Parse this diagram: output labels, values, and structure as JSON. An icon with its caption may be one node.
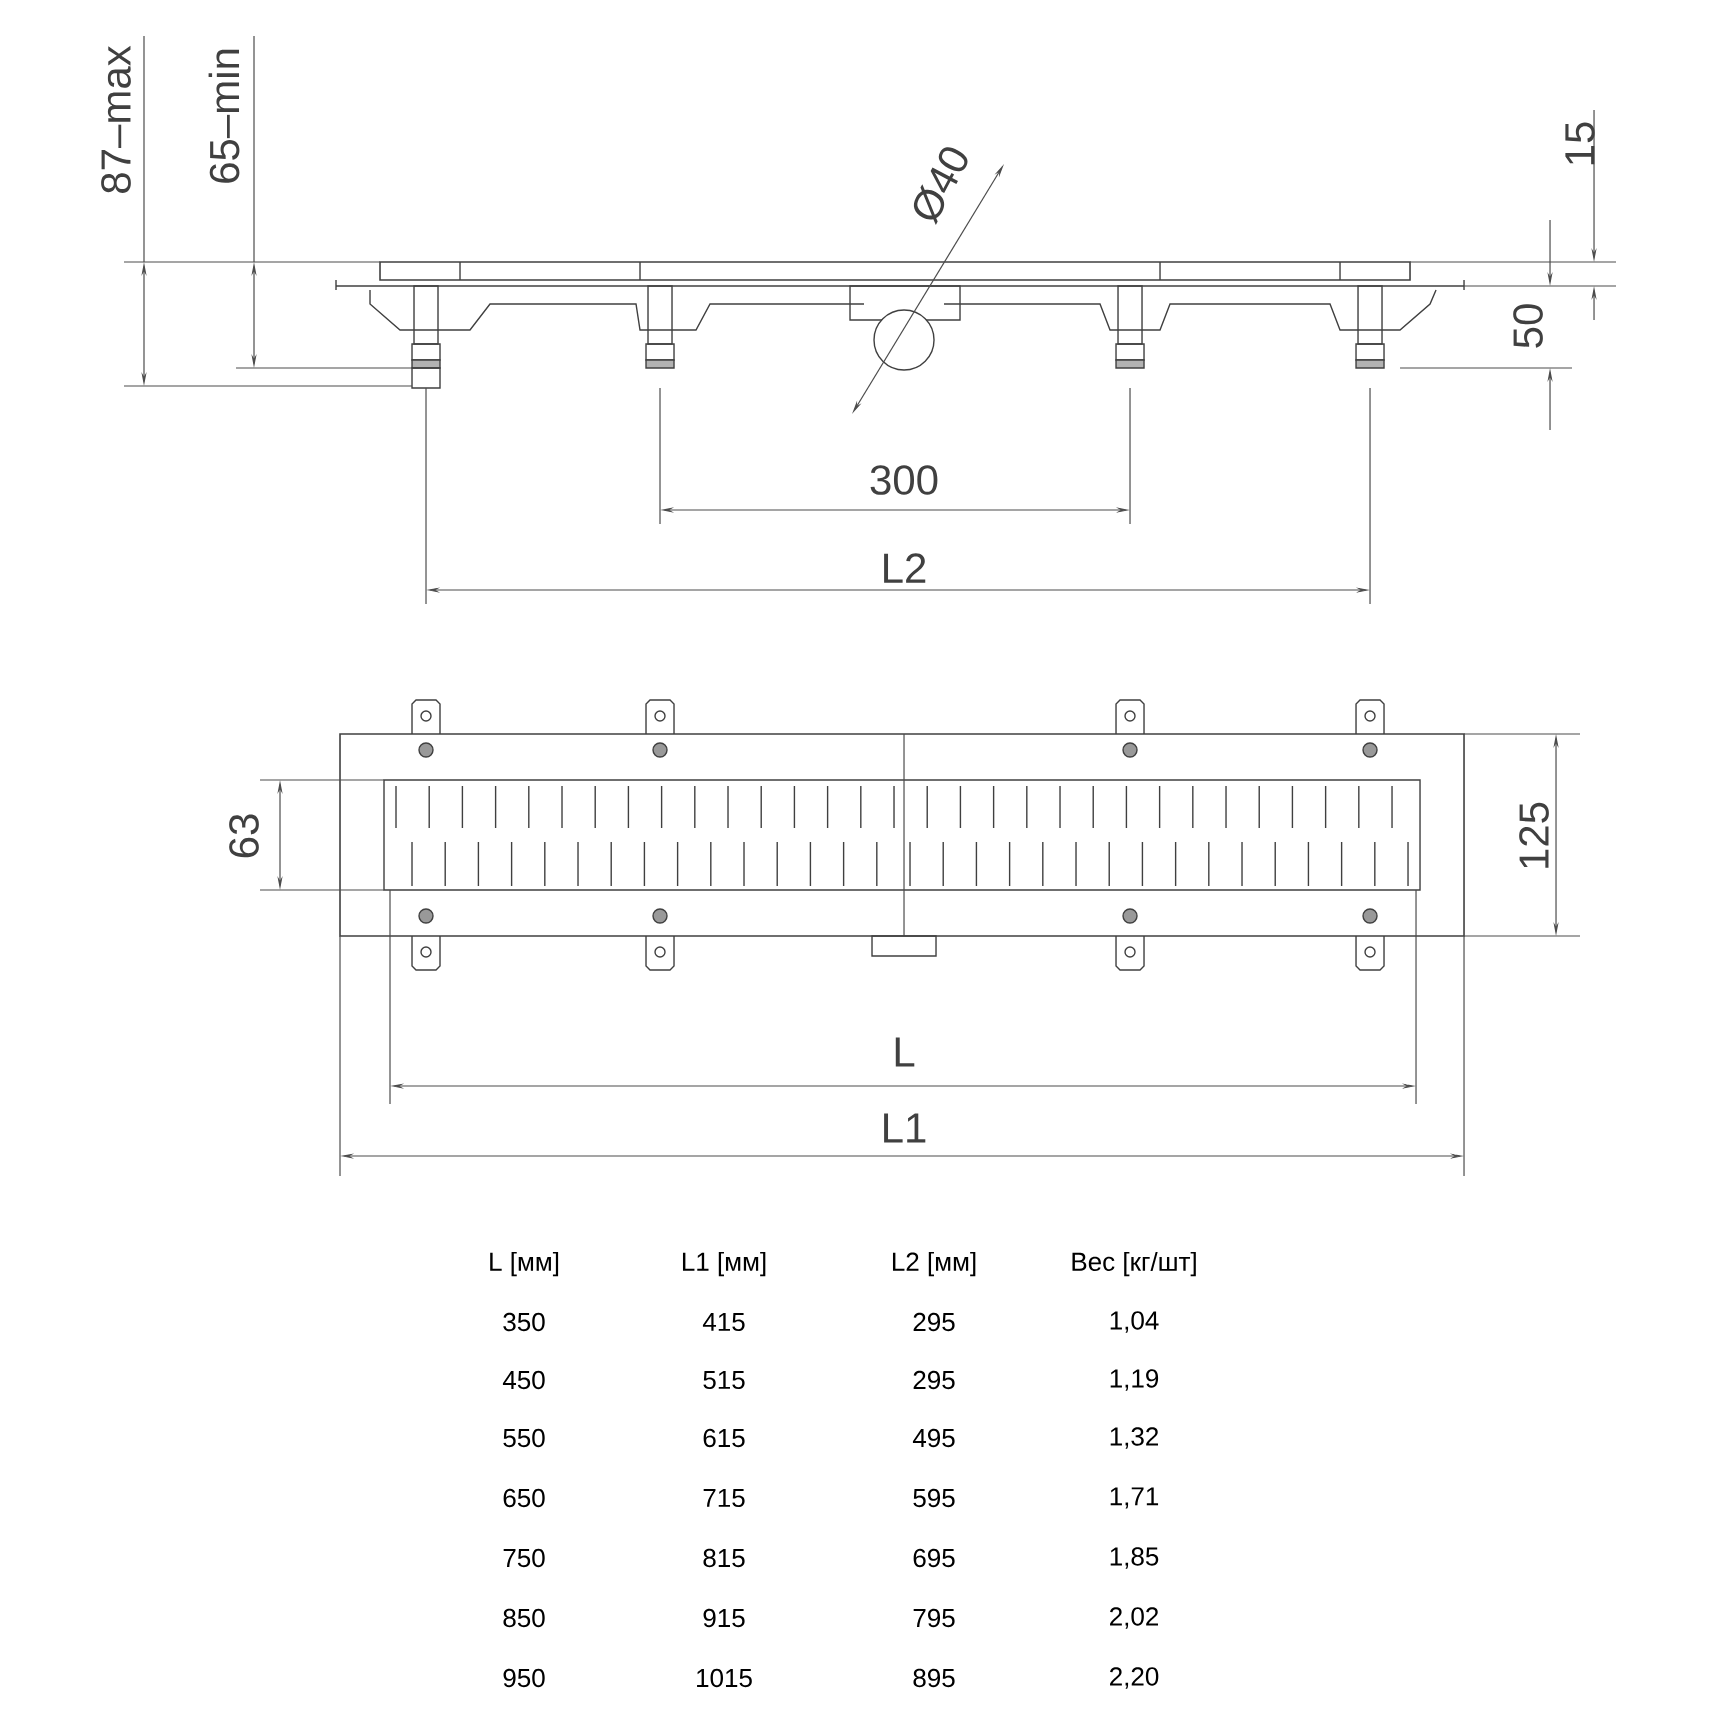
{
  "diagram": {
    "labels": [
      "87–max",
      "65–min",
      "Ø40",
      "15",
      "50",
      "300",
      "L2",
      "63",
      "125",
      "L",
      "L1",
      "L [мм]",
      "L1 [мм]",
      "L2 [мм]",
      "Вес [кг/шт]",
      "350",
      "415",
      "295",
      "1,04",
      "450",
      "515",
      "295",
      "1,19",
      "550",
      "615",
      "495",
      "1,32",
      "650",
      "715",
      "595",
      "1,71",
      "750",
      "815",
      "695",
      "1,85",
      "850",
      "915",
      "795",
      "2,02",
      "950",
      "1015",
      "895",
      "2,20"
    ]
  }
}
